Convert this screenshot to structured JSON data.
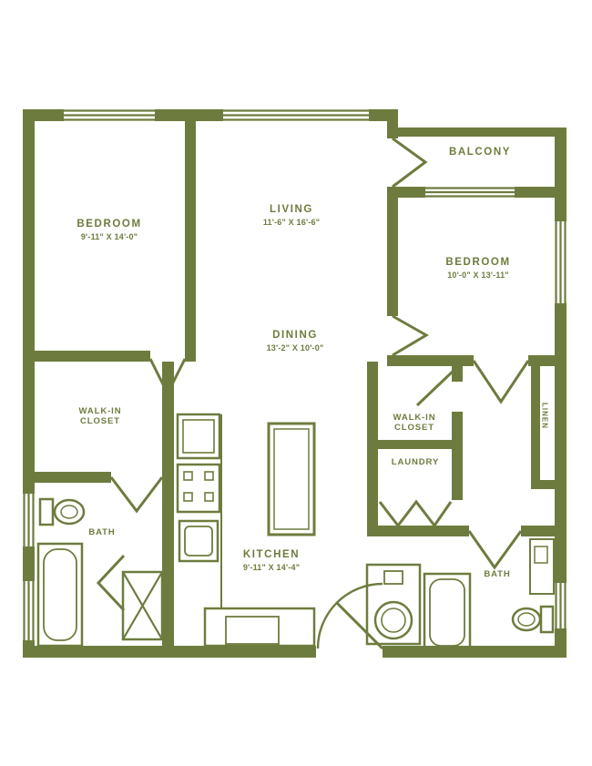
{
  "colors": {
    "wall": "#6d7c3e",
    "background": "#ffffff"
  },
  "rooms": {
    "bedroom1": {
      "label": "BEDROOM",
      "dims": "9'-11\" X 14'-0\""
    },
    "living": {
      "label": "LIVING",
      "dims": "11'-6\" X 16'-6\""
    },
    "balcony": {
      "label": "BALCONY"
    },
    "bedroom2": {
      "label": "BEDROOM",
      "dims": "10'-0\" X 13'-11\""
    },
    "dining": {
      "label": "DINING",
      "dims": "13'-2\" X 10'-0\""
    },
    "walkin1": {
      "line1": "WALK-IN",
      "line2": "CLOSET"
    },
    "walkin2": {
      "line1": "WALK-IN",
      "line2": "CLOSET"
    },
    "laundry": {
      "label": "LAUNDRY"
    },
    "bath1": {
      "label": "BATH"
    },
    "kitchen": {
      "label": "KITCHEN",
      "dims": "9'-11\" X 14'-4\""
    },
    "bath2": {
      "label": "BATH"
    },
    "linen": {
      "label": "LINEN"
    }
  }
}
